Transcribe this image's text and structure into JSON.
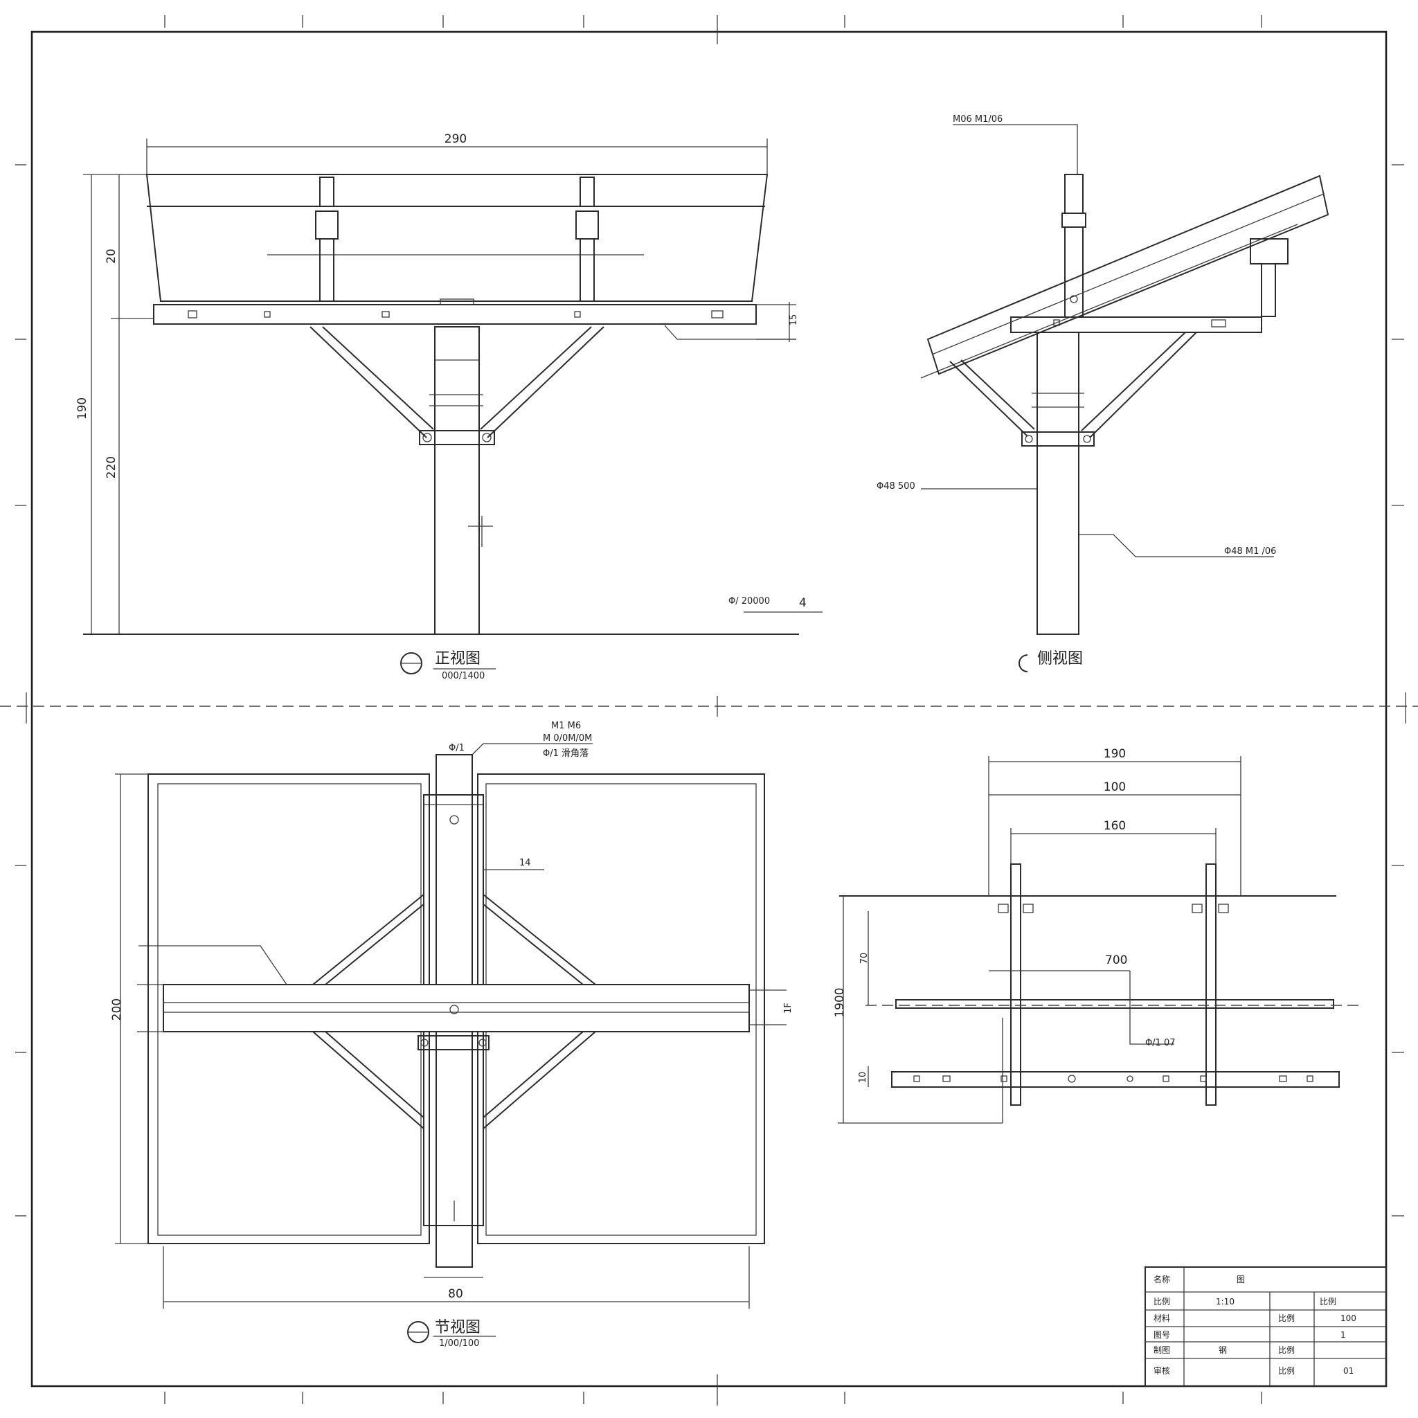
{
  "views": {
    "front": {
      "title": "正视图",
      "scale": "000/1400",
      "dims": {
        "width": "290",
        "upper": "20",
        "total": "190",
        "lower": "220",
        "beam": "15"
      },
      "note_left": "Φ/ 20000",
      "note_right": "4"
    },
    "side": {
      "title": "侧视图",
      "label_top": "M06 M1/06",
      "label_left": "Φ48 500",
      "label_right": "Φ48 M1 /06"
    },
    "top": {
      "title": "节视图",
      "scale": "1/00/100",
      "dims": {
        "width": "80",
        "height": "200",
        "post": "Φ/1",
        "brace": "14",
        "beam": "1F"
      },
      "note_lines": [
        "M1 M6",
        "M 0/0M/0M",
        "Φ/1 滑角落"
      ]
    },
    "detail": {
      "dims": {
        "outer": "190",
        "middle": "100",
        "inner": "160",
        "span": "700",
        "height": "1900",
        "row1": "70",
        "row2": "10"
      },
      "note": "Φ/1 07"
    }
  },
  "title_block": {
    "rows": [
      [
        "名称",
        "图",
        "",
        ""
      ],
      [
        "比例",
        "1:10",
        "",
        "比例"
      ],
      [
        "材料",
        "",
        "比例",
        "100"
      ],
      [
        "图号",
        "",
        "",
        "1"
      ],
      [
        "制图",
        "钢",
        "比例",
        ""
      ],
      [
        "审核",
        "",
        "比例",
        "01"
      ]
    ]
  }
}
